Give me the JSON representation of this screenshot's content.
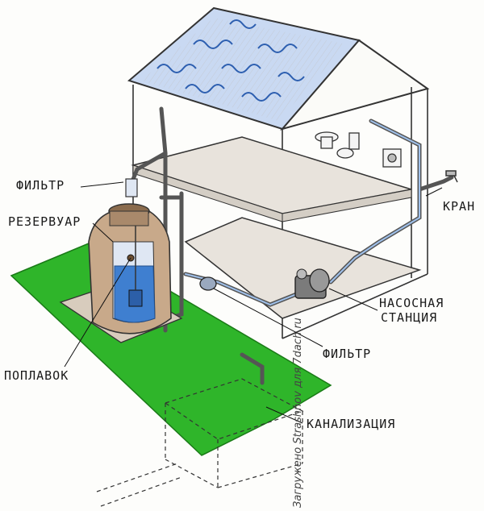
{
  "labels": {
    "filter_top": "ФИЛЬТР",
    "reservoir": "РЕЗЕРВУАР",
    "float": "ПОПЛАВОК",
    "tap": "КРАН",
    "pump_line1": "НАСОСНАЯ",
    "pump_line2": "СТАНЦИЯ",
    "filter_bottom": "ФИЛЬТР",
    "sewer": "КАНАЛИЗАЦИЯ"
  },
  "watermark": "Загружено Strashnov для 7dach.ru",
  "colors": {
    "lawn": "#2fb52a",
    "roof_water": "#4f86d8",
    "tank_body": "#c8a98a",
    "tank_water": "#3f7fd0",
    "ink": "#2a2a2a",
    "floor": "#e8e3dc"
  }
}
